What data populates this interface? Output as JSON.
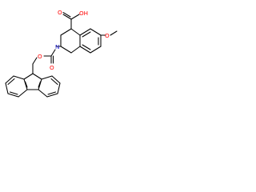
{
  "structure": {
    "atoms": {
      "cooh": "OH",
      "carbonyl_o_acid": "O",
      "methoxy_o": "O",
      "nitrogen": "N",
      "carbamate_o_ester": "O",
      "carbamate_o_carbonyl": "O"
    },
    "colors": {
      "bond": "#000000",
      "oxygen": "#ff0000",
      "nitrogen": "#1f1fd6",
      "background": "#ffffff"
    }
  }
}
